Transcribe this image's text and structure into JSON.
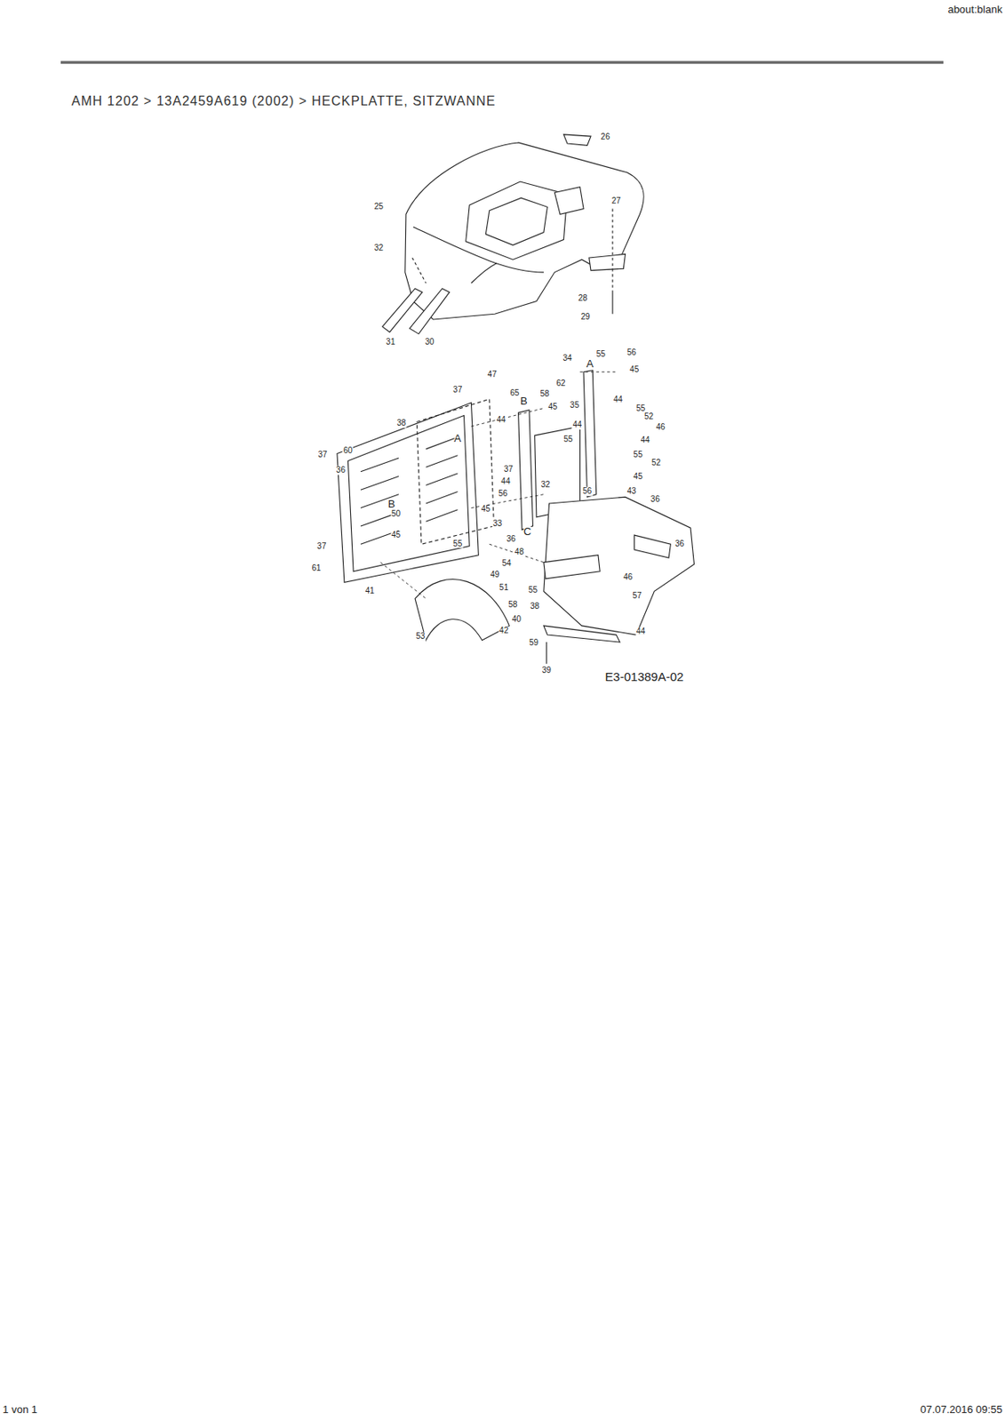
{
  "diagram": {
    "title": "AMH 1202  >  13A2459A619 (2002)  >  HECKPLATTE, SITZWANNE",
    "labels": [
      "about:blank",
      "26",
      "25",
      "27",
      "32",
      "28",
      "29",
      "31",
      "30",
      "34",
      "55",
      "56",
      "45",
      "A",
      "47",
      "37",
      "65",
      "58",
      "62",
      "44",
      "35",
      "B",
      "45",
      "55",
      "52",
      "38",
      "44",
      "44",
      "46",
      "55",
      "44",
      "A",
      "60",
      "37",
      "55",
      "52",
      "36",
      "37",
      "45",
      "44",
      "32",
      "56",
      "56",
      "43",
      "36",
      "B",
      "45",
      "50",
      "33",
      "C",
      "45",
      "36",
      "55",
      "36",
      "37",
      "48",
      "54",
      "61",
      "49",
      "46",
      "51",
      "55",
      "41",
      "57",
      "58",
      "38",
      "40",
      "42",
      "44",
      "53",
      "59",
      "39",
      "E3-01389A-02",
      "1 von 1",
      "07.07.2016 09:55"
    ]
  }
}
